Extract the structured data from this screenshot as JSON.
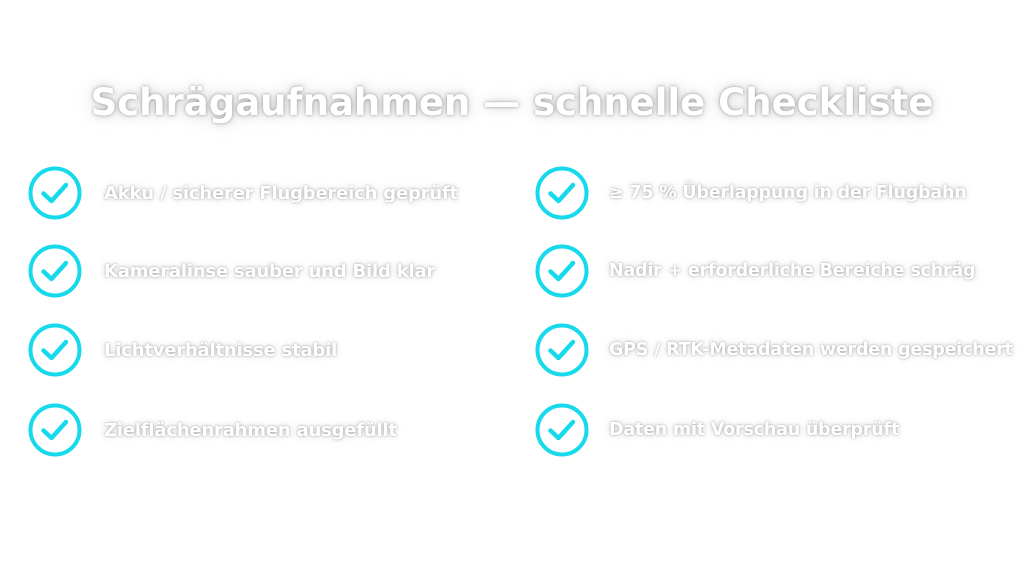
{
  "title": "Schrägaufnahmen — schnelle Checkliste",
  "colors": {
    "accent": "#16d9ec",
    "text": "#ffffff",
    "background": "#ffffff"
  },
  "checklist": {
    "left": [
      {
        "label": "Akku / sicherer Flugbereich geprüft",
        "icon": "check-circle-icon",
        "checked": true
      },
      {
        "label": "Kameralinse sauber und Bild klar",
        "icon": "check-circle-icon",
        "checked": true
      },
      {
        "label": "Lichtverhältnisse stabil",
        "icon": "check-circle-icon",
        "checked": true
      },
      {
        "label": "Zielflächenrahmen ausgefüllt",
        "icon": "check-circle-icon",
        "checked": true
      }
    ],
    "right": [
      {
        "label": "≥ 75 % Überlappung in der Flugbahn",
        "icon": "check-circle-icon",
        "checked": true
      },
      {
        "label": "Nadir + erforderliche Bereiche schräg",
        "icon": "check-circle-icon",
        "checked": true
      },
      {
        "label": "GPS / RTK-Metadaten werden gespeichert",
        "icon": "check-circle-icon",
        "checked": true
      },
      {
        "label": "Daten mit Vorschau überprüft",
        "icon": "check-circle-icon",
        "checked": true
      }
    ]
  }
}
